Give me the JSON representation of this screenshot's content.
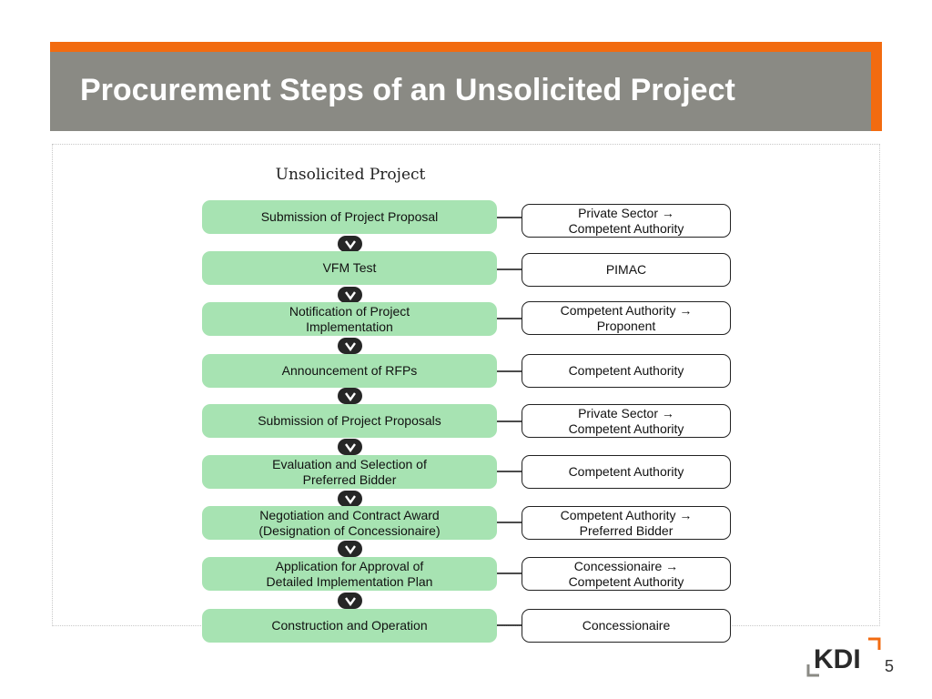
{
  "slide": {
    "title": "Procurement Steps of an Unsolicited Project",
    "page_number": "5",
    "logo_text": "KDI"
  },
  "flow": {
    "heading": "Unsolicited Project",
    "steps": [
      {
        "label": "Submission of Project Proposal",
        "party": "Private Sector →\nCompetent Authority"
      },
      {
        "label": "VFM Test",
        "party": "PIMAC"
      },
      {
        "label": "Notification of Project\nImplementation",
        "party": "Competent Authority →\nProponent"
      },
      {
        "label": "Announcement of RFPs",
        "party": "Competent Authority"
      },
      {
        "label": "Submission of Project Proposals",
        "party": "Private Sector →\nCompetent Authority"
      },
      {
        "label": "Evaluation and Selection of\nPreferred Bidder",
        "party": "Competent Authority"
      },
      {
        "label": "Negotiation and Contract Award\n(Designation of Concessionaire)",
        "party": "Competent Authority →\nPreferred Bidder"
      },
      {
        "label": "Application for Approval of\nDetailed Implementation Plan",
        "party": "Concessionaire →\nCompetent Authority"
      },
      {
        "label": "Construction and Operation",
        "party": "Concessionaire"
      }
    ]
  },
  "colors": {
    "accent_orange": "#f26b10",
    "title_bar_gray": "#8a8a84",
    "step_green": "#a7e3b2",
    "chevron_dark": "#262626"
  }
}
